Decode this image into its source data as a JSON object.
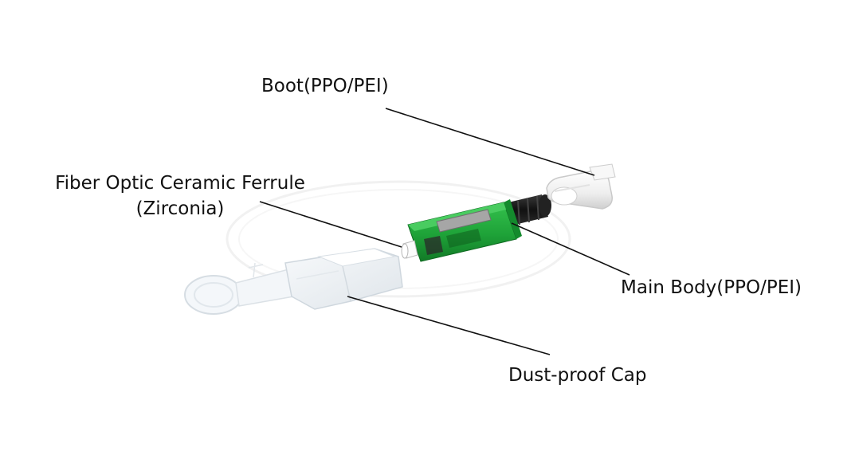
{
  "labels": {
    "boot": "Boot(PPO/PEI)",
    "ferrule_line1": "Fiber Optic Ceramic Ferrule",
    "ferrule_line2": "(Zirconia)",
    "main_body": "Main Body(PPO/PEI)",
    "dust_cap": "Dust-proof Cap"
  },
  "colors": {
    "main_body_green": "#1fa83a",
    "boot_white": "#f2f2f2",
    "cable_black": "#1a1a1a",
    "leader_line": "#111111"
  }
}
